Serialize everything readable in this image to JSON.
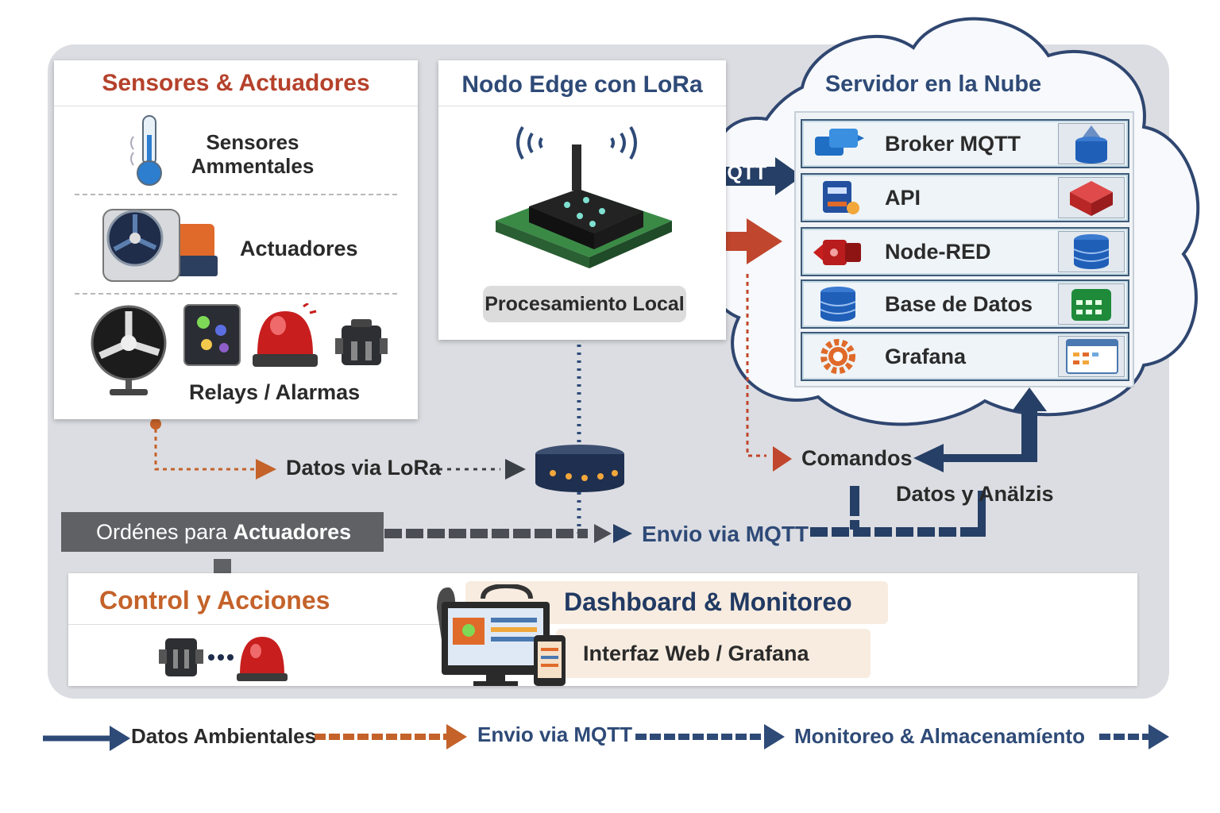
{
  "sensors_panel": {
    "title": "Sensores & Actuadores",
    "env_sensors_label": "Sensores\nAmmentales",
    "actuators_label": "Actuadores",
    "relays_label": "Relays / Alarmas"
  },
  "edge_panel": {
    "title": "Nodo Edge con LoRa",
    "local_label": "Procesamiento Local"
  },
  "cloud": {
    "title": "Servidor en la Nube",
    "services": [
      {
        "label": "Broker MQTT",
        "icon_left": "mqtt-broker-icon",
        "icon_right": "database-pyramid-icon"
      },
      {
        "label": "API",
        "icon_left": "api-icon",
        "icon_right": "red-cube-icon"
      },
      {
        "label": "Node-RED",
        "icon_left": "node-red-icon",
        "icon_right": "database-icon"
      },
      {
        "label": "Base de Datos",
        "icon_left": "database-icon",
        "icon_right": "grid-calendar-icon"
      },
      {
        "label": "Grafana",
        "icon_left": "gear-icon",
        "icon_right": "dashboard-window-icon"
      }
    ]
  },
  "flows": {
    "mqtt_badge": "MQTT",
    "lora_data": "Datos via LoRa",
    "commands": "Comandos",
    "data_analysis": "Datos y Anälzis",
    "orders_prefix": "Ordénes para",
    "orders_bold": "Actuadores",
    "mqtt_send": "Envio via MQTT"
  },
  "control": {
    "title": "Control y Acciones"
  },
  "dashboard": {
    "title": "Dashboard & Monitoreo",
    "subtitle": "Interfaz Web / Grafana"
  },
  "legend": {
    "items": [
      "Datos Ambientales",
      "Envio via MQTT",
      "Monitoreo & Almacenamíento"
    ]
  },
  "colors": {
    "navy": "#2e4a77",
    "orange": "#c4622a",
    "red_title": "#b5412b",
    "grey_banner": "#5f6165"
  }
}
